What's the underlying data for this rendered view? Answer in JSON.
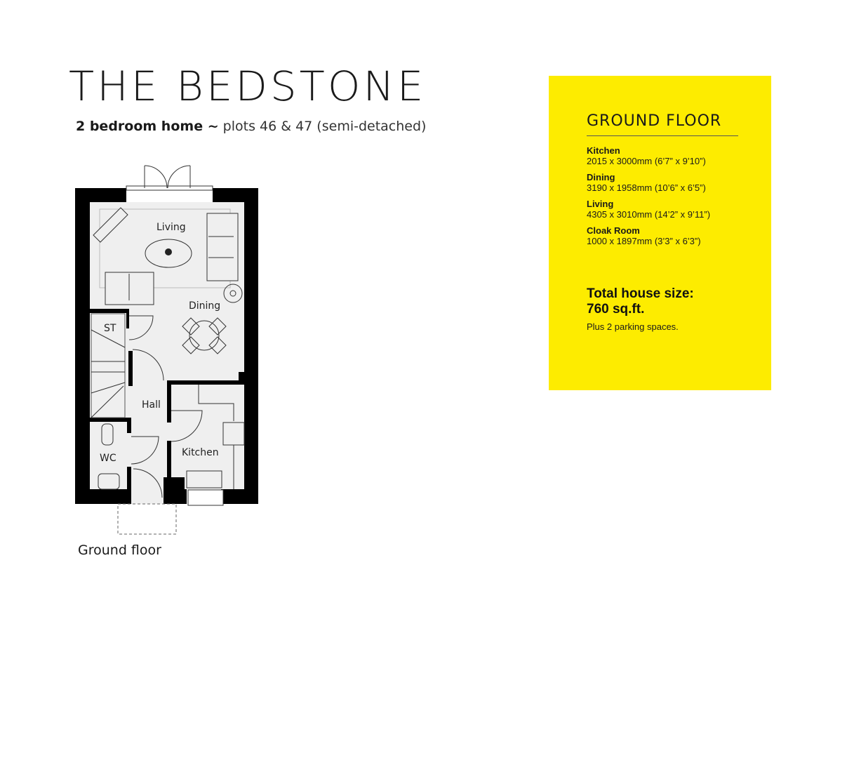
{
  "header": {
    "title": "THE BEDSTONE",
    "subtitle_strong": "2 bedroom home ~",
    "subtitle_light": "plots 46 & 47 (semi-detached)"
  },
  "floor_plan": {
    "caption": "Ground floor",
    "room_labels": {
      "living": "Living",
      "dining": "Dining",
      "storage": "ST",
      "hall": "Hall",
      "wc": "WC",
      "kitchen": "Kitchen"
    }
  },
  "panel": {
    "background_color": "#fdec00",
    "title": "GROUND FLOOR",
    "rooms": [
      {
        "name": "Kitchen",
        "dimensions": "2015 x 3000mm (6’7” x 9’10”)"
      },
      {
        "name": "Dining",
        "dimensions": "3190 x 1958mm (10’6” x 6’5”)"
      },
      {
        "name": "Living",
        "dimensions": "4305 x 3010mm (14’2” x 9’11”)"
      },
      {
        "name": "Cloak Room",
        "dimensions": "1000 x 1897mm (3’3” x 6’3”)"
      }
    ],
    "total_label": "Total house size:",
    "total_value": "760 sq.ft.",
    "parking": "Plus 2 parking spaces."
  }
}
